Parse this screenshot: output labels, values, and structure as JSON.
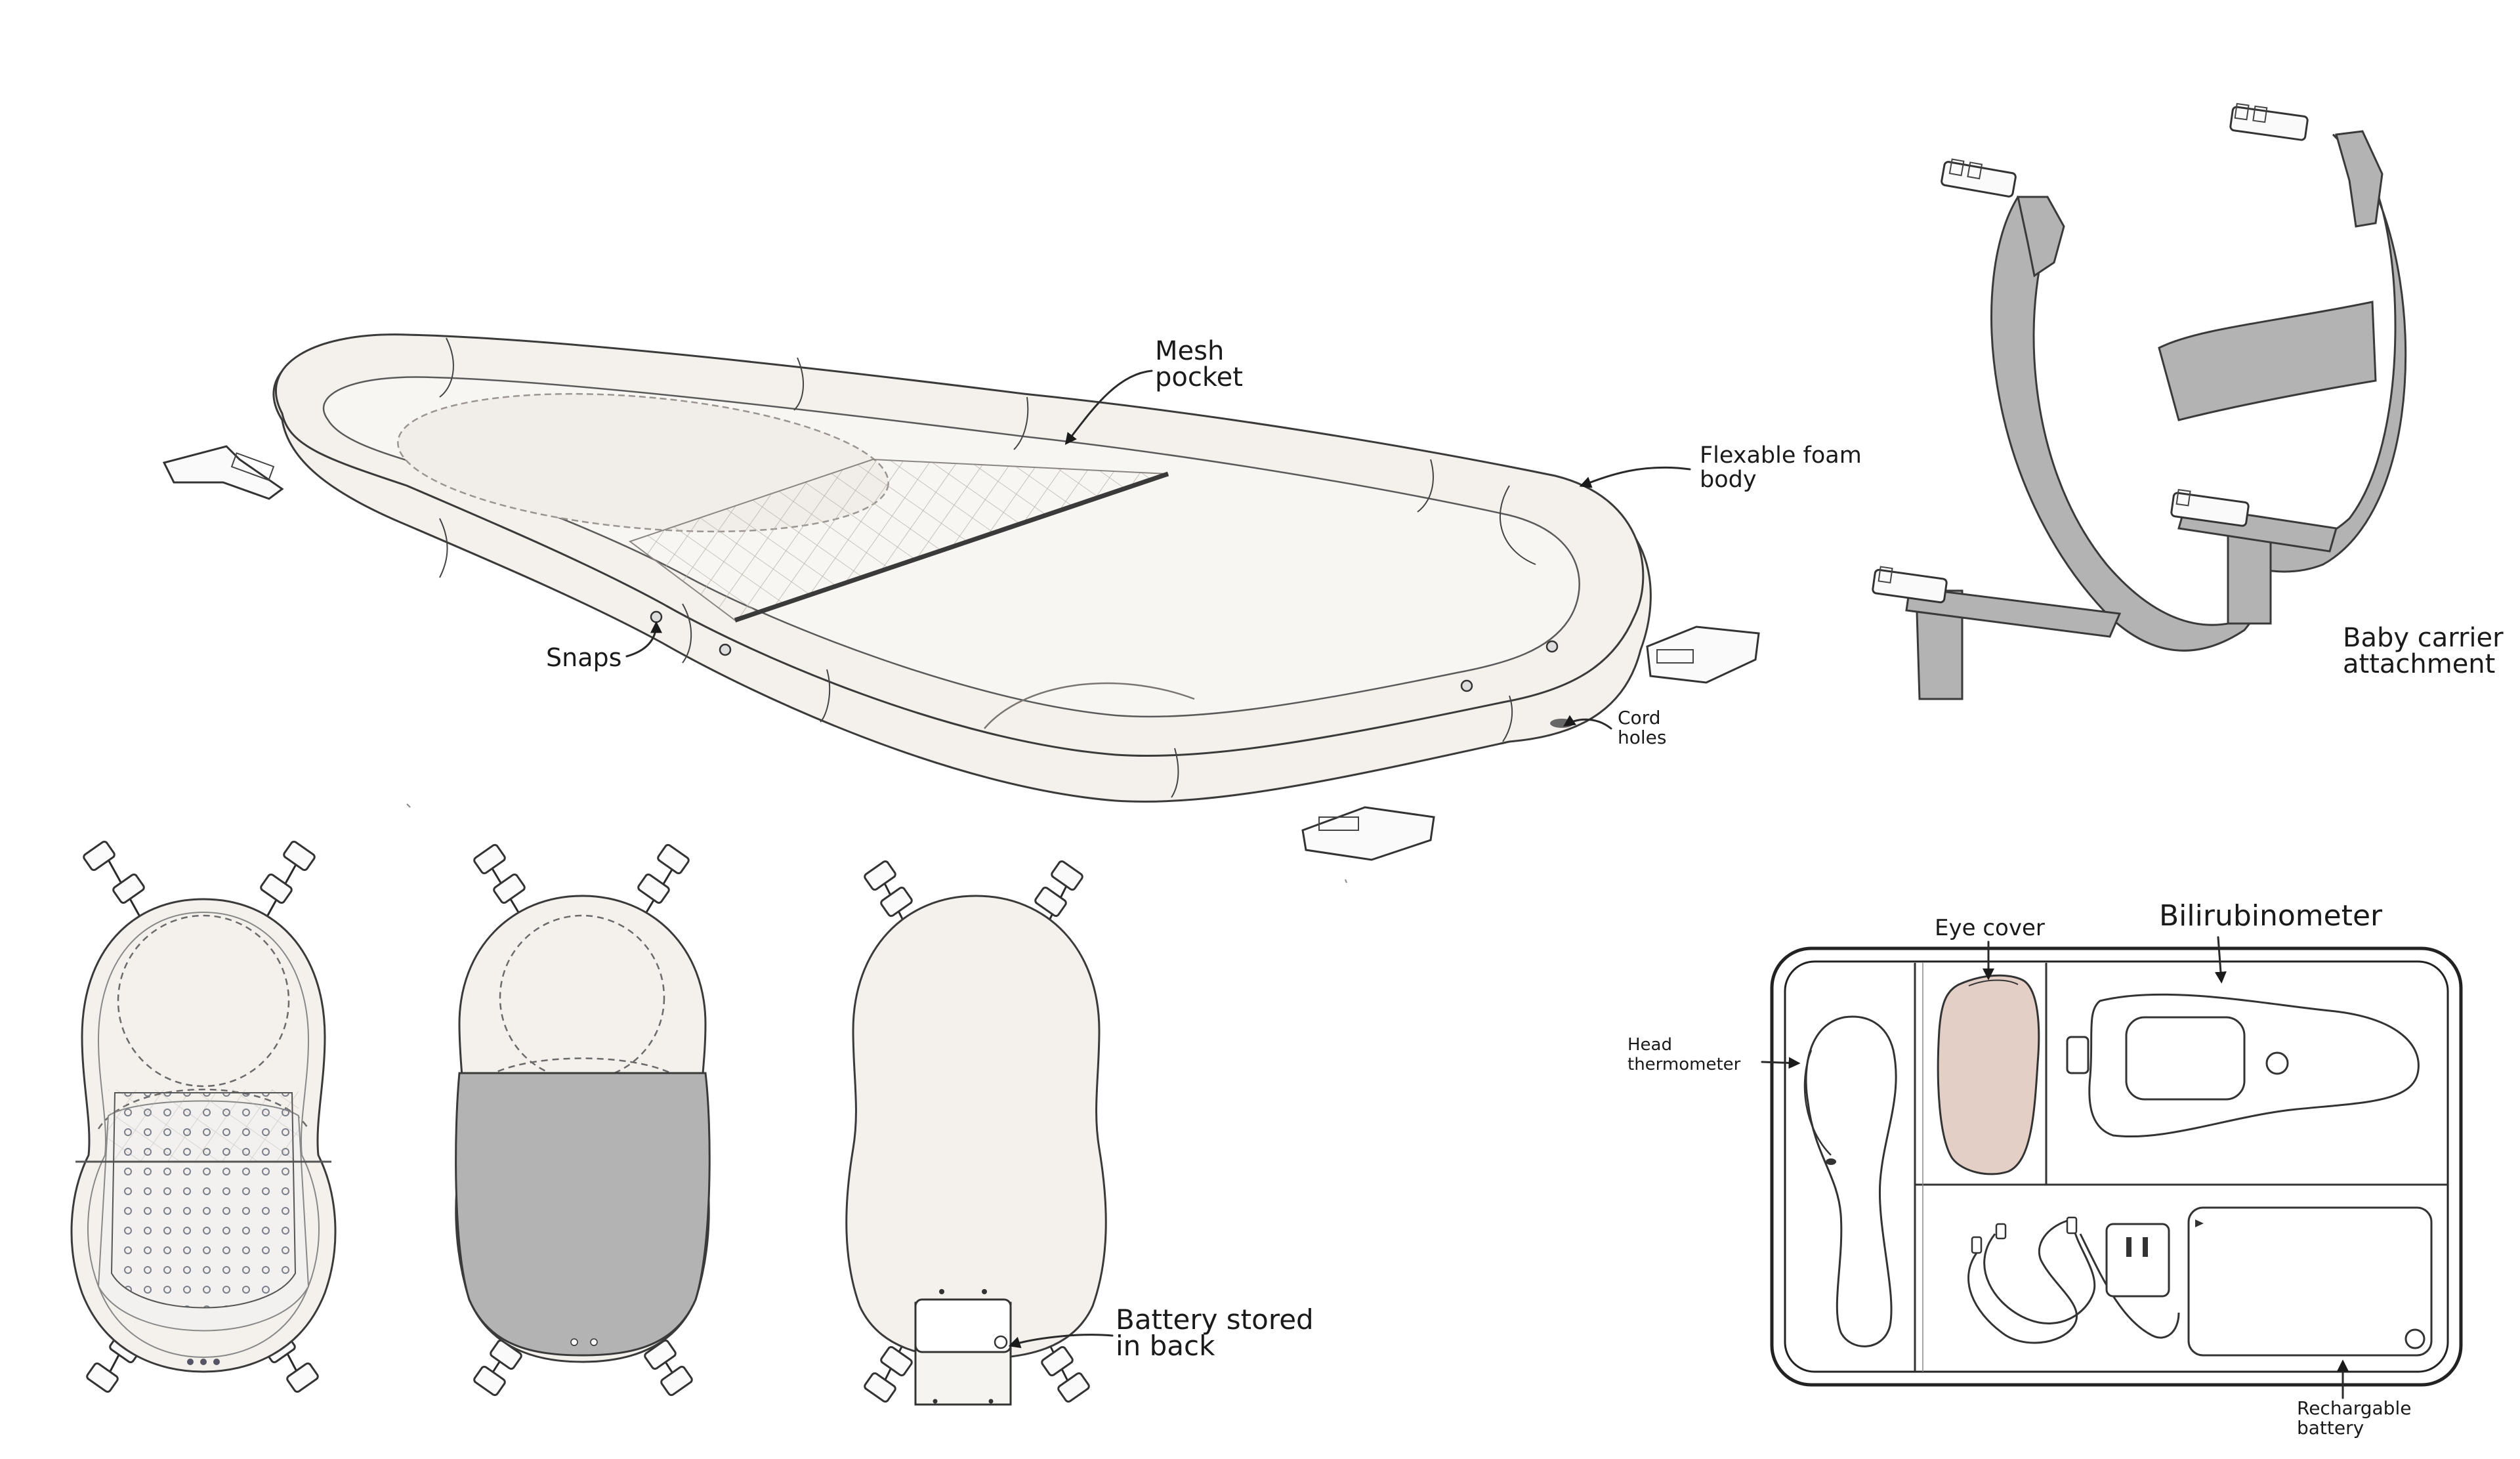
{
  "labels": {
    "mesh_pocket": [
      "Mesh",
      "pocket"
    ],
    "foam_body": [
      "Flexable foam",
      "body"
    ],
    "snaps": "Snaps",
    "cord_holes": [
      "Cord",
      "holes"
    ],
    "carrier": [
      "Baby carrier",
      "attachment"
    ],
    "battery": [
      "Battery stored",
      "in back"
    ],
    "eye_cover": "Eye cover",
    "bilirubinometer": "Bilirubinometer",
    "thermometer": [
      "Head",
      "thermometer"
    ],
    "rechargable": [
      "Rechargable",
      "battery"
    ]
  },
  "colors": {
    "foam": "#f4f1ec",
    "strap_gray": "#b3b3b3",
    "eye_cover": "#e3cfc6",
    "outline": "#3a3a3a"
  }
}
